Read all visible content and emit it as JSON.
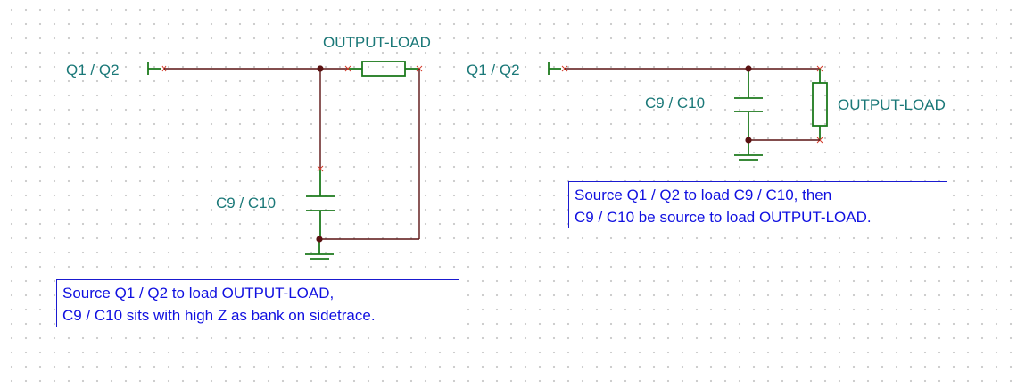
{
  "left_circuit": {
    "source_label": "Q1 / Q2",
    "load_label": "OUTPUT-LOAD",
    "cap_label": "C9 / C10",
    "note": {
      "line1": "Source Q1 / Q2 to load OUTPUT-LOAD,",
      "line2": "C9 / C10 sits with high Z as bank on sidetrace."
    }
  },
  "right_circuit": {
    "source_label": "Q1 / Q2",
    "load_label": "OUTPUT-LOAD",
    "cap_label": "C9 / C10",
    "note": {
      "line1": "Source Q1 / Q2 to load C9 / C10, then",
      "line2": "C9 / C10 be source to load OUTPUT-LOAD."
    }
  },
  "colors": {
    "wire": "#5a1212",
    "component": "#1d7a1d",
    "label": "#1a7878",
    "note_text": "#1010e0"
  }
}
